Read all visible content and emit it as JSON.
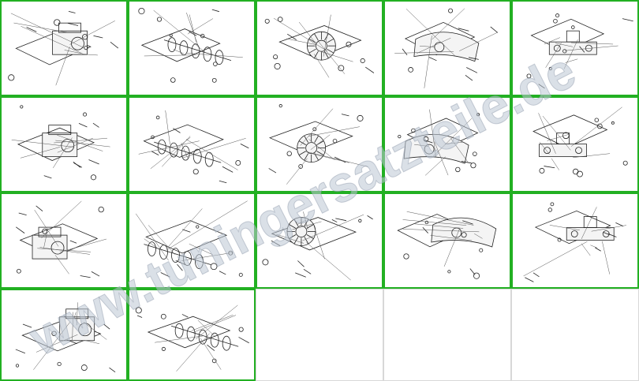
{
  "catalog": {
    "accent_color": "#22b022",
    "watermark_text": "www.tuningersatzteile.de",
    "tiles": [
      {
        "kind": "diagram",
        "subject": "engine-assembly"
      },
      {
        "kind": "diagram",
        "subject": "cylinder-head-valves"
      },
      {
        "kind": "diagram",
        "subject": "cylinder-piston"
      },
      {
        "kind": "diagram",
        "subject": "crankcase-cover"
      },
      {
        "kind": "diagram",
        "subject": "crankcase-right"
      },
      {
        "kind": "diagram",
        "subject": "crankcase-left"
      },
      {
        "kind": "diagram",
        "subject": "camshaft-rocker"
      },
      {
        "kind": "diagram",
        "subject": "variator"
      },
      {
        "kind": "diagram",
        "subject": "clutch-pulley"
      },
      {
        "kind": "diagram",
        "subject": "starter-gear"
      },
      {
        "kind": "diagram",
        "subject": "crankshaft"
      },
      {
        "kind": "diagram",
        "subject": "gearbox-shafts"
      },
      {
        "kind": "diagram",
        "subject": "cam-chain"
      },
      {
        "kind": "diagram",
        "subject": "starter-motor-chain"
      },
      {
        "kind": "diagram",
        "subject": "transmission-case"
      },
      {
        "kind": "diagram",
        "subject": "oil-filter-housing"
      },
      {
        "kind": "diagram",
        "subject": "carburetor-intake"
      },
      {
        "kind": "empty"
      },
      {
        "kind": "empty"
      },
      {
        "kind": "empty"
      }
    ]
  }
}
